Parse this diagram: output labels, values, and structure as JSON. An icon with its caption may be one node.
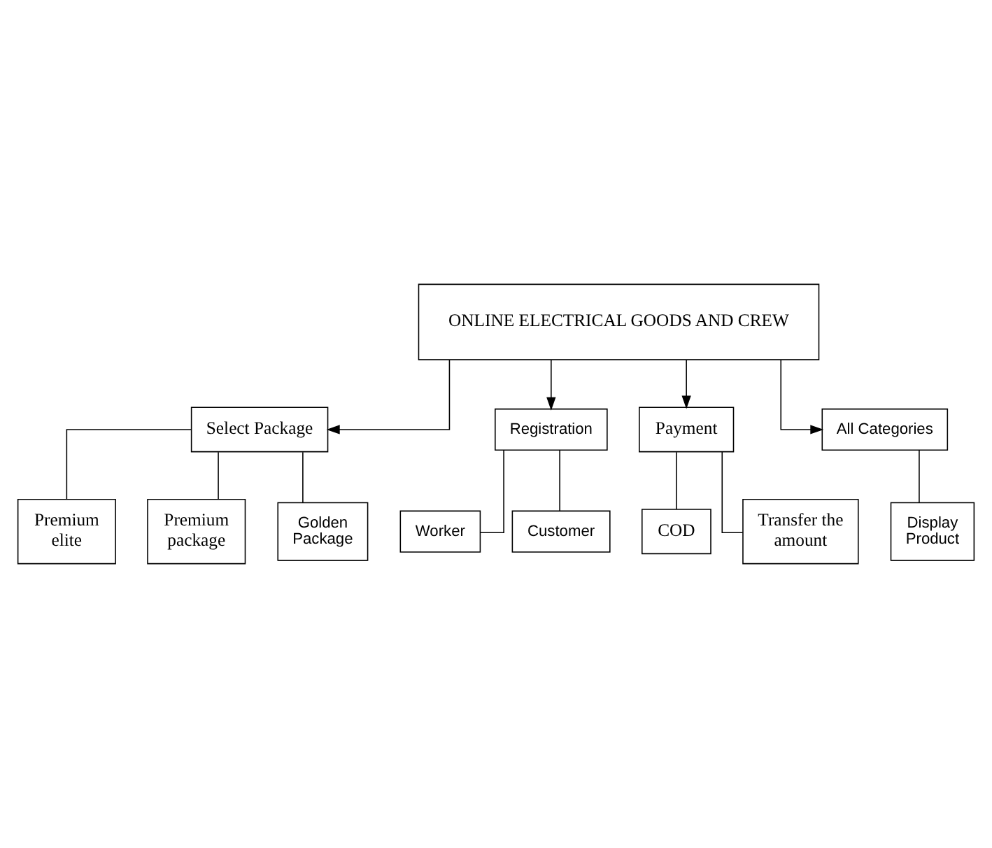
{
  "diagram": {
    "nodes": [
      {
        "text": [
          "ONLINE ELECTRICAL GOODS AND CREW"
        ]
      },
      {
        "text": [
          "Select Package"
        ]
      },
      {
        "text": [
          "Registration"
        ]
      },
      {
        "text": [
          "Payment"
        ]
      },
      {
        "text": [
          "All Categories"
        ]
      },
      {
        "text": [
          "Premium elite"
        ]
      },
      {
        "text": [
          "Premium package"
        ]
      },
      {
        "text": [
          "Golden Package"
        ]
      },
      {
        "text": [
          "Worker"
        ]
      },
      {
        "text": [
          "Customer"
        ]
      },
      {
        "text": [
          "COD"
        ]
      },
      {
        "text": [
          "Transfer the amount"
        ]
      },
      {
        "text": [
          "Display Product"
        ]
      }
    ],
    "edges": [
      {
        "from": 0,
        "to": 1,
        "arrow": "to"
      },
      {
        "from": 0,
        "to": 2,
        "arrow": "to"
      },
      {
        "from": 0,
        "to": 3,
        "arrow": "to"
      },
      {
        "from": 0,
        "to": 4,
        "arrow": "to"
      },
      {
        "from": 1,
        "to": 5,
        "arrow": "none"
      },
      {
        "from": 1,
        "to": 6,
        "arrow": "none"
      },
      {
        "from": 1,
        "to": 7,
        "arrow": "none"
      },
      {
        "from": 2,
        "to": 8,
        "arrow": "none"
      },
      {
        "from": 2,
        "to": 9,
        "arrow": "none"
      },
      {
        "from": 3,
        "to": 10,
        "arrow": "none"
      },
      {
        "from": 3,
        "to": 11,
        "arrow": "none"
      },
      {
        "from": 4,
        "to": 12,
        "arrow": "none"
      }
    ]
  }
}
